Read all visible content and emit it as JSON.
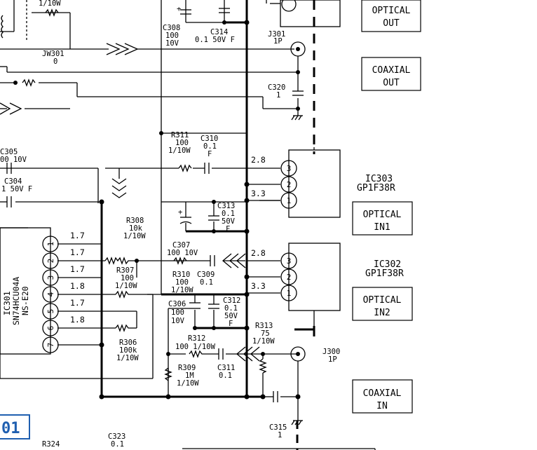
{
  "boxes": {
    "optical_out": [
      "OPTICAL",
      "OUT"
    ],
    "coaxial_out": [
      "COAXIAL",
      "OUT"
    ],
    "optical_in1": [
      "OPTICAL",
      "IN1"
    ],
    "optical_in2": [
      "OPTICAL",
      "IN2"
    ],
    "coaxial_in": [
      "COAXIAL",
      "IN"
    ]
  },
  "ics": {
    "ic303": [
      "IC303",
      "GP1F38R"
    ],
    "ic302": [
      "IC302",
      "GP1F38R"
    ],
    "ic301": [
      "IC301",
      "SN74HCU04A",
      "NS-E20"
    ]
  },
  "jacks": {
    "j301": [
      "J301",
      "1P"
    ],
    "j300": [
      "J300",
      "1P"
    ]
  },
  "jumper": [
    "JW301",
    "0"
  ],
  "resistors": {
    "top": "1/10W",
    "r311": [
      "R311",
      "100",
      "1/10W"
    ],
    "r308": [
      "R308",
      "10k",
      "1/10W"
    ],
    "r307": [
      "R307",
      "100",
      "1/10W"
    ],
    "r310": [
      "R310",
      "100",
      "1/10W"
    ],
    "r306": [
      "R306",
      "100k",
      "1/10W"
    ],
    "r312": [
      "R312",
      "100 1/10W"
    ],
    "r313": [
      "R313",
      "75",
      "1/10W"
    ],
    "r309": [
      "R309",
      "1M",
      "1/10W"
    ],
    "r324": "R324"
  },
  "capacitors": {
    "c308": [
      "C308",
      "100",
      "10V"
    ],
    "c314": [
      "C314",
      "0.1 50V F"
    ],
    "c320": [
      "C320",
      "1"
    ],
    "c310": [
      "C310",
      "0.1",
      "F"
    ],
    "c305": [
      "C305",
      "00 10V"
    ],
    "c304": [
      "C304",
      "1 50V F"
    ],
    "c313": [
      "C313",
      "0.1",
      "50V",
      "F"
    ],
    "c307": [
      "C307",
      "100 10V"
    ],
    "c309": [
      "C309",
      "0.1"
    ],
    "c306": [
      "C306",
      "100",
      "10V"
    ],
    "c312": [
      "C312",
      "0.1",
      "50V",
      "F"
    ],
    "c311": [
      "C311",
      "0.1"
    ],
    "c315": [
      "C315",
      "1"
    ],
    "c323": [
      "C323",
      "0.1"
    ]
  },
  "voltages": {
    "ic303_pin3": "2.8",
    "ic303_pin2": "3.3",
    "ic302_pin3": "2.8",
    "ic302_pin2": "3.3",
    "ic301_pins": [
      "1.7",
      "1.7",
      "1.7",
      "1.8",
      "1.7",
      "1.8"
    ]
  },
  "ic_pins": {
    "ic301": [
      "1",
      "2",
      "3",
      "4",
      "5",
      "6",
      "7"
    ],
    "ic303": [
      "3",
      "2",
      "1"
    ],
    "ic302": [
      "3",
      "2",
      "1"
    ]
  },
  "board_ref": "01"
}
